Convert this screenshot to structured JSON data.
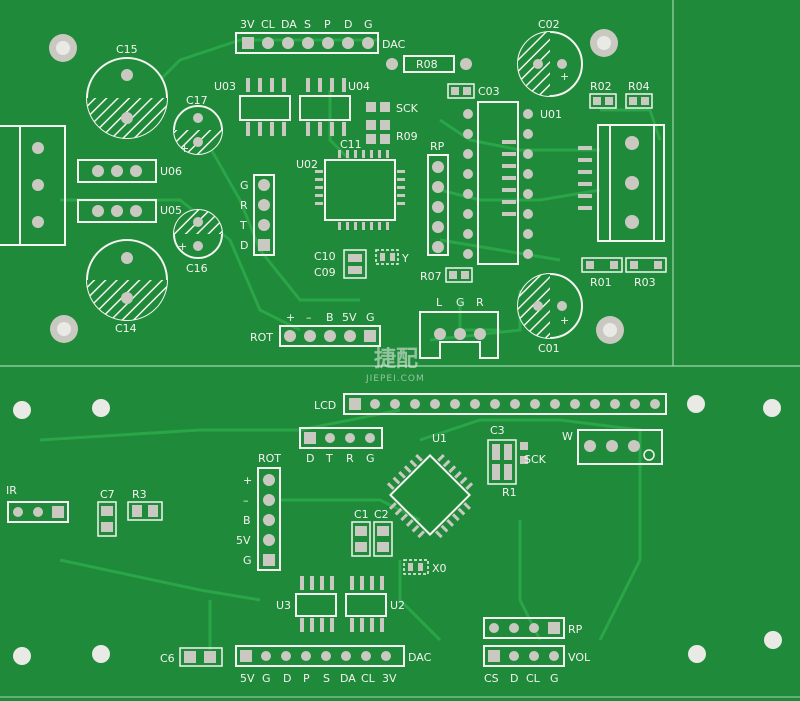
{
  "colors": {
    "board": "#1f8a3a",
    "board_dark": "#187530",
    "trace": "#2aa548",
    "silkscreen": "#f4f4f0",
    "pad": "#c9c9c2",
    "background": "#e9e9e6"
  },
  "watermark": {
    "brand": "捷配",
    "url": "JIEPEI.COM"
  },
  "top_board": {
    "components": {
      "c15": "C15",
      "c17": "C17",
      "c14": "C14",
      "c16": "C16",
      "u03": "U03",
      "u04": "U04",
      "u02": "U02",
      "u01": "U01",
      "u06": "U06",
      "u05": "U05",
      "c02": "C02",
      "c03": "C03",
      "r08": "R08",
      "c11": "C11",
      "r09": "R09",
      "rp": "RP",
      "r02": "R02",
      "r04": "R04",
      "r01": "R01",
      "r03": "R03",
      "r07": "R07",
      "c10": "C10",
      "c09": "C09",
      "y": "Y",
      "c01": "C01",
      "sck": "SCK",
      "dac": "DAC",
      "rot": "ROT"
    },
    "dac_header_pins": [
      "3V",
      "CL",
      "DA",
      "S",
      "P",
      "D",
      "G"
    ],
    "side_header_pins": [
      "G",
      "R",
      "T",
      "D"
    ],
    "rot_header_pins": [
      "+",
      "–",
      "B",
      "5V",
      "G"
    ],
    "lgr_labels": [
      "L",
      "G",
      "R"
    ]
  },
  "bottom_board": {
    "labels": {
      "lcd": "LCD",
      "w": "W",
      "u1": "U1",
      "c3": "C3",
      "sck": "SCK",
      "r1": "R1",
      "rot": "ROT",
      "ir": "IR",
      "c7": "C7",
      "r3": "R3",
      "c1": "C1",
      "c2": "C2",
      "x0": "X0",
      "u3": "U3",
      "u2": "U2",
      "c6": "C6",
      "dac": "DAC",
      "rp": "RP",
      "vol": "VOL"
    },
    "dtrg_pins": [
      "D",
      "T",
      "R",
      "G"
    ],
    "rot_pins": [
      "+",
      "–",
      "B",
      "5V",
      "G"
    ],
    "dac_pins": [
      "5V",
      "G",
      "D",
      "P",
      "S",
      "DA",
      "CL",
      "3V"
    ],
    "vol_pins": [
      "CS",
      "D",
      "CL",
      "G"
    ]
  }
}
